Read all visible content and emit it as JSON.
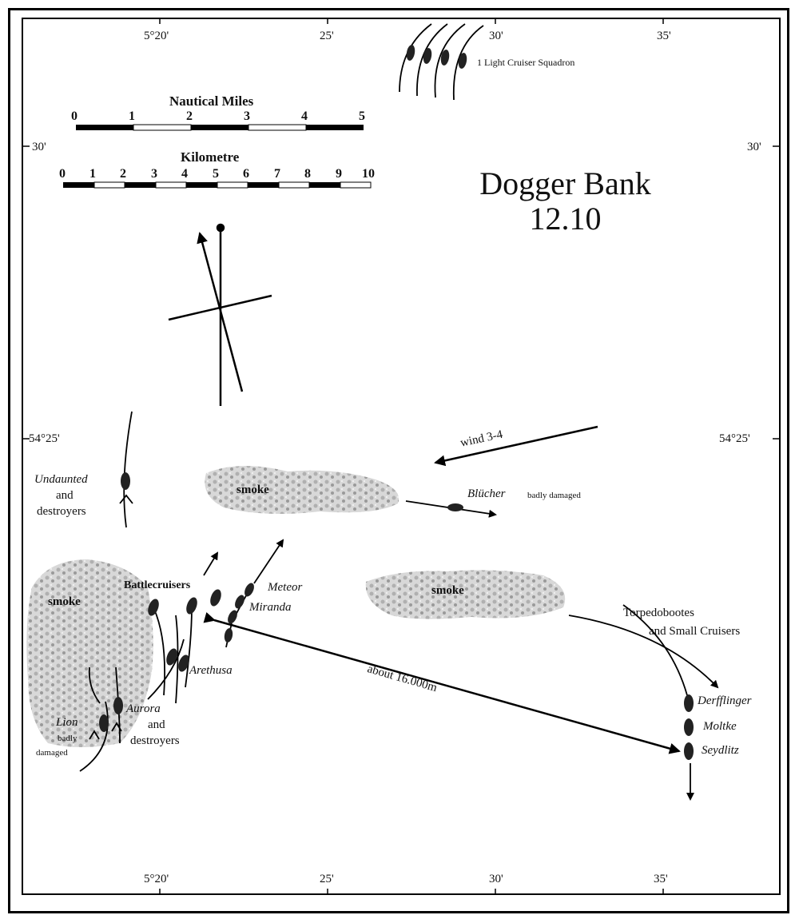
{
  "map": {
    "title_line1": "Dogger Bank",
    "title_line2": "12.10",
    "top_longitudes": [
      "5°20'",
      "25'",
      "30'",
      "35'"
    ],
    "bottom_longitudes": [
      "5°20'",
      "25'",
      "30'",
      "35'"
    ],
    "left_latitudes": [
      "30'",
      "54°25'"
    ],
    "right_latitudes": [
      "30'",
      "54°25'"
    ]
  },
  "scales": {
    "nautical_title": "Nautical Miles",
    "nautical_ticks": [
      "0",
      "1",
      "2",
      "3",
      "4",
      "5"
    ],
    "km_title": "Kilometre",
    "km_ticks": [
      "0",
      "1",
      "2",
      "3",
      "4",
      "5",
      "6",
      "7",
      "8",
      "9",
      "10"
    ]
  },
  "labels": {
    "light_cruiser": "1 Light Cruiser Squadron",
    "undaunted": "Undaunted",
    "and1": "and",
    "destroyers1": "destroyers",
    "smoke_center": "smoke",
    "smoke_left": "smoke",
    "smoke_right": "smoke",
    "wind": "wind 3-4",
    "blucher": "Blücher",
    "blucher_note": "badly damaged",
    "battlecruisers": "Battlecruisers",
    "meteor": "Meteor",
    "miranda": "Miranda",
    "arethusa": "Arethusa",
    "aurora": "Aurora",
    "and2": "and",
    "destroyers2": "destroyers",
    "lion": "Lion",
    "lion_note1": "badly",
    "lion_note2": "damaged",
    "torpedo1": "Torpedobootes",
    "torpedo2": "and Small Cruisers",
    "derfflinger": "Derfflinger",
    "moltke": "Moltke",
    "seydlitz": "Seydlitz",
    "distance": "about  16.000m"
  }
}
